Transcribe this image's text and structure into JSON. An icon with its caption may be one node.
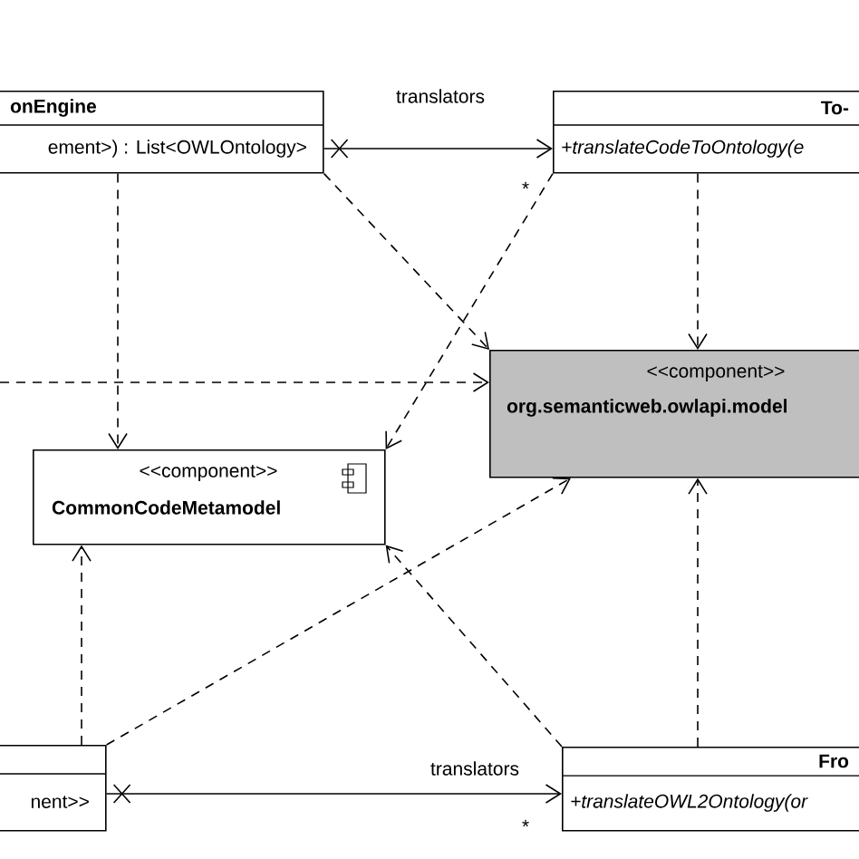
{
  "diagram": {
    "nodes": [
      {
        "text": [
          "onEngine",
          "ement>) : List<OWLOntology>"
        ]
      },
      {
        "text": [
          "To-",
          "+translateCodeToOntology(e"
        ]
      },
      {
        "text": [
          "<<component>>",
          "org.semanticweb.owlapi.model"
        ]
      },
      {
        "text": [
          "<<component>>",
          "CommonCodeMetamodel"
        ]
      },
      {
        "text": [
          "nent>>"
        ]
      },
      {
        "text": [
          "Fro",
          "+translateOWL2Ontology(or"
        ]
      }
    ],
    "edges": [
      {
        "from": 0,
        "to": 1,
        "arrow": "to",
        "label": "translators"
      },
      {
        "from": 0,
        "to": 3,
        "arrow": "to",
        "style": "dashed"
      },
      {
        "from": 0,
        "to": 2,
        "arrow": "to",
        "style": "dashed"
      },
      {
        "from": 1,
        "to": 3,
        "arrow": "to",
        "style": "dashed"
      },
      {
        "from": 1,
        "to": 2,
        "arrow": "to",
        "style": "dashed"
      },
      {
        "from": null,
        "to": 2,
        "arrow": "to",
        "style": "dashed"
      },
      {
        "from": 4,
        "to": 3,
        "arrow": "to",
        "style": "dashed"
      },
      {
        "from": 4,
        "to": 2,
        "arrow": "to",
        "style": "dashed"
      },
      {
        "from": 5,
        "to": 3,
        "arrow": "to",
        "style": "dashed"
      },
      {
        "from": 5,
        "to": 2,
        "arrow": "to",
        "style": "dashed"
      },
      {
        "from": 4,
        "to": 5,
        "arrow": "to",
        "label": "translators"
      }
    ],
    "labels": [
      "*",
      "*"
    ]
  }
}
